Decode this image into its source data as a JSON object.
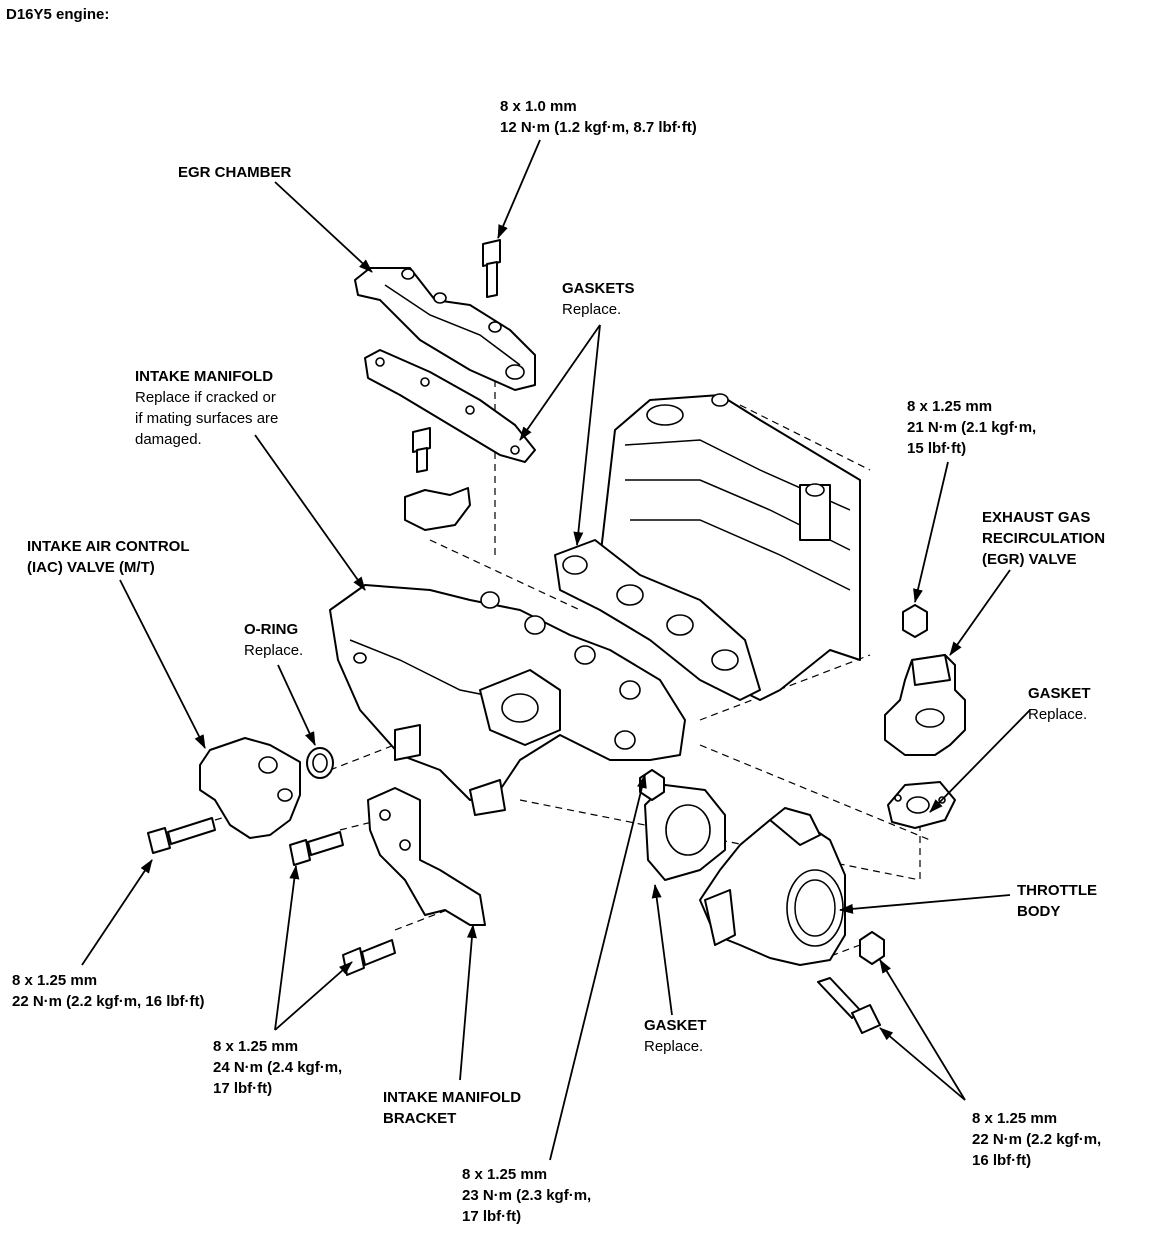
{
  "heading": "D16Y5 engine:",
  "callouts": {
    "bolt_egr_chamber": {
      "size": "8 x 1.0 mm",
      "torque": "12 N·m (1.2 kgf·m, 8.7 lbf·ft)"
    },
    "egr_chamber": {
      "title": "EGR CHAMBER"
    },
    "gaskets": {
      "title": "GASKETS",
      "note": "Replace."
    },
    "intake_manifold": {
      "title": "INTAKE MANIFOLD",
      "note_lines": [
        "Replace if cracked or",
        "if mating surfaces are",
        "damaged."
      ]
    },
    "bolt_egr_valve": {
      "lines": [
        "8 x 1.25 mm",
        "21 N·m (2.1 kgf·m,",
        "15 lbf·ft)"
      ]
    },
    "egr_valve": {
      "lines": [
        "EXHAUST GAS",
        "RECIRCULATION",
        "(EGR) VALVE"
      ]
    },
    "iac_valve": {
      "lines": [
        "INTAKE AIR CONTROL",
        "(IAC) VALVE (M/T)"
      ]
    },
    "o_ring": {
      "title": "O-RING",
      "note": "Replace."
    },
    "gasket_egr": {
      "title": "GASKET",
      "note": "Replace."
    },
    "throttle_body": {
      "lines": [
        "THROTTLE",
        "BODY"
      ]
    },
    "bolt_iac": {
      "size": "8 x 1.25 mm",
      "torque": "22 N·m (2.2 kgf·m, 16 lbf·ft)"
    },
    "bolt_bracket": {
      "lines": [
        "8 x 1.25 mm",
        "24 N·m (2.4 kgf·m,",
        "17 lbf·ft)"
      ]
    },
    "intake_manifold_bracket": {
      "lines": [
        "INTAKE MANIFOLD",
        "BRACKET"
      ]
    },
    "gasket_throttle": {
      "title": "GASKET",
      "note": "Replace."
    },
    "bolt_throttle": {
      "lines": [
        "8 x 1.25 mm",
        "22 N·m (2.2 kgf·m,",
        "16 lbf·ft)"
      ]
    },
    "bolt_manifold_nut": {
      "lines": [
        "8 x 1.25 mm",
        "23 N·m (2.3 kgf·m,",
        "17 lbf·ft)"
      ]
    }
  }
}
